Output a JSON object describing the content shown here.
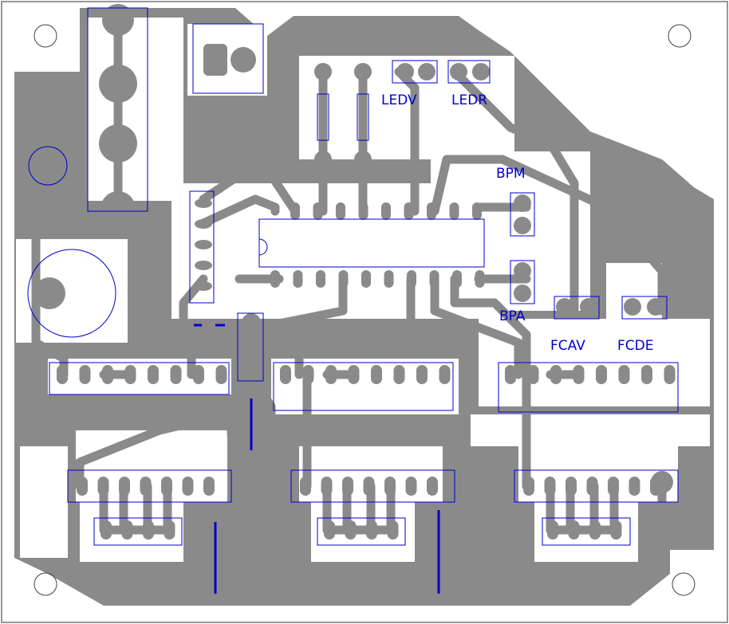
{
  "colors": {
    "copper": "#8a8a8a",
    "background": "#ffffff",
    "silkscreen": "#0000cc",
    "board_edge": "#777777"
  },
  "labels": {
    "ledv": "LEDV",
    "ledr": "LEDR",
    "bpm": "BPM",
    "bpa": "BPA",
    "fcav": "FCAV",
    "fcde": "FCDE"
  }
}
